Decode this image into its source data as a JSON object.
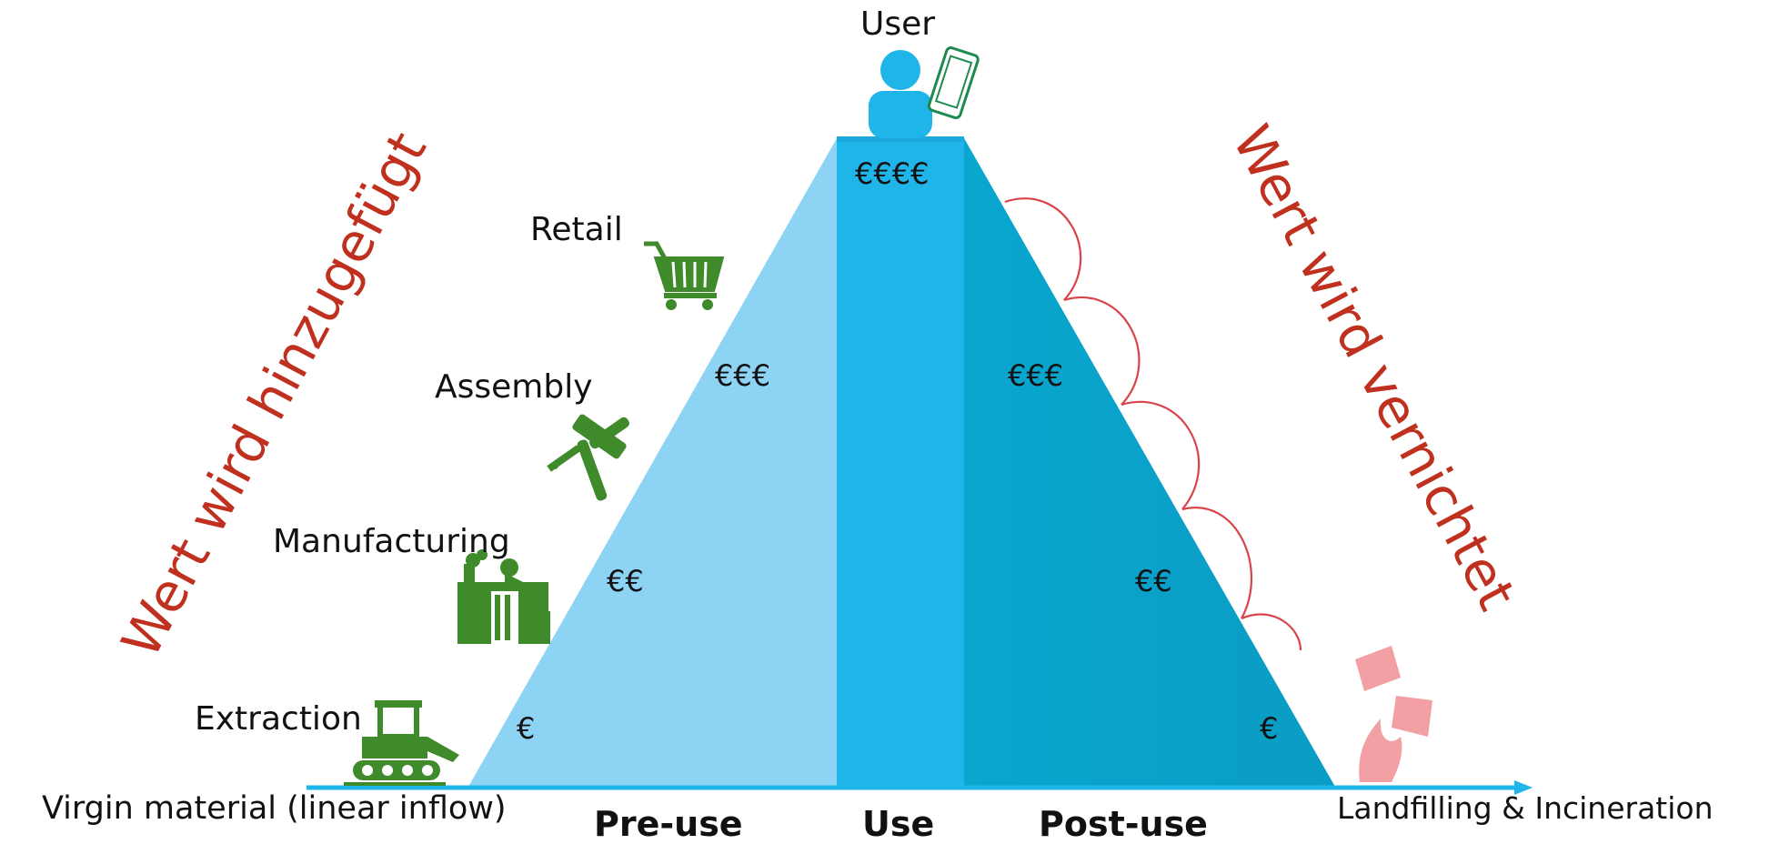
{
  "colors": {
    "pre_use": "#8dd3f4",
    "use": "#1fb5e8",
    "post_use": "#08a3cc",
    "value_text": "#c0301e",
    "icon_green": "#3f8a2a",
    "loop_red": "#d9434a",
    "arrow": "#1fb5e8"
  },
  "stages": {
    "user": "User",
    "retail": "Retail",
    "assembly": "Assembly",
    "manufacturing": "Manufacturing",
    "extraction": "Extraction"
  },
  "side_labels": {
    "left": "Wert wird hinzugefügt",
    "right": "Wert wird vernichtet"
  },
  "values": {
    "top": "€€€€",
    "left_high": "€€€",
    "right_high": "€€€",
    "left_mid": "€€",
    "right_mid": "€€",
    "left_low": "€",
    "right_low": "€"
  },
  "phases": {
    "pre_use": "Pre-use",
    "use": "Use",
    "post_use": "Post-use"
  },
  "axis": {
    "left": "Virgin material (linear inflow)",
    "right": "Landfilling & Incineration"
  },
  "icons": {
    "user": "person-icon",
    "phone": "phone-icon",
    "retail": "shopping-cart-icon",
    "assembly": "tools-icon",
    "manufacturing": "factory-icon",
    "extraction": "excavator-icon",
    "waste": "burning-waste-icon"
  }
}
